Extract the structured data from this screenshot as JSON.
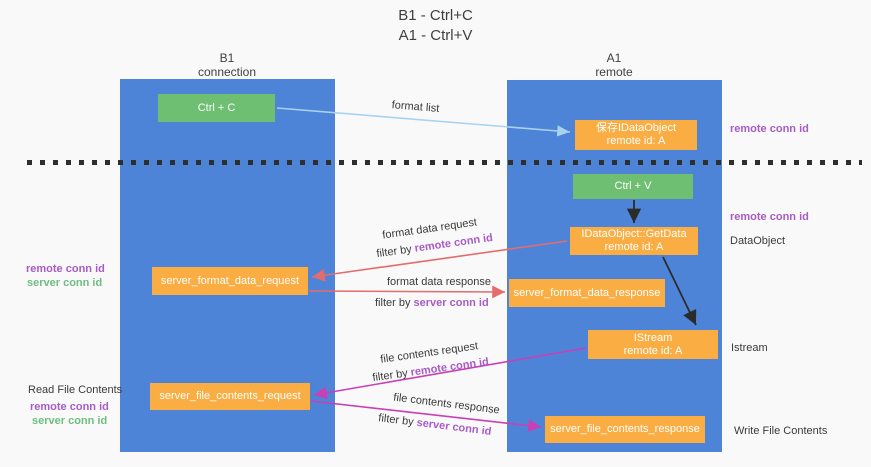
{
  "title": {
    "line1": "B1 - Ctrl+C",
    "line2": "A1 - Ctrl+V"
  },
  "lifelines": {
    "left": {
      "id": "B1",
      "role": "connection"
    },
    "right": {
      "id": "A1",
      "role": "remote"
    }
  },
  "boxes": {
    "ctrl_c": {
      "label": "Ctrl + C"
    },
    "save_dataobject": {
      "line1": "保存IDataObject",
      "line2": "remote id: A"
    },
    "ctrl_v": {
      "label": "Ctrl + V"
    },
    "getdata": {
      "line1": "IDataObject::GetData",
      "line2": "remote id: A"
    },
    "format_request": {
      "label": "server_format_data_request"
    },
    "format_response": {
      "label": "server_format_data_response"
    },
    "istream": {
      "line1": "IStream",
      "line2": "remote id: A"
    },
    "file_request": {
      "label": "server_file_contents_request"
    },
    "file_response": {
      "label": "server_file_contents_response"
    }
  },
  "arrows": {
    "format_list": {
      "label": "format list"
    },
    "format_data_request": {
      "label": "format data request",
      "filter_prefix": "filter by ",
      "filter_key": "remote conn id"
    },
    "format_data_response": {
      "label": "format data response",
      "filter_prefix": "filter by ",
      "filter_key": "server conn id"
    },
    "file_contents_request": {
      "label": "file contents request",
      "filter_prefix": "filter by ",
      "filter_key": "remote conn id"
    },
    "file_contents_response": {
      "label": "file contents response",
      "filter_prefix": "filter by ",
      "filter_key": "server conn id"
    }
  },
  "annotations": {
    "right_top_remote_conn_id": "remote conn id",
    "right_mid_remote_conn_id": "remote conn id",
    "dataobject": "DataObject",
    "istream": "Istream",
    "write_file_contents": "Write File Contents",
    "left_remote_conn_id": "remote conn id",
    "left_server_conn_id": "server conn id",
    "read_file_contents": "Read File Contents",
    "read_remote_conn_id": "remote conn id",
    "read_server_conn_id": "server conn id"
  },
  "colors": {
    "lifeline_blue": "#4e84d8",
    "action_green": "#6fbf73",
    "message_orange": "#f9ad42",
    "remote_conn_purple": "#a85cc4",
    "server_conn_green": "#6fbe7e",
    "format_arrow_red": "#e36c6c",
    "file_arrow_magenta": "#c93fb4",
    "format_list_arrow_blue": "#a8d2f0",
    "black_arrow": "#2b2b2b",
    "background": "#f9f9fa"
  }
}
